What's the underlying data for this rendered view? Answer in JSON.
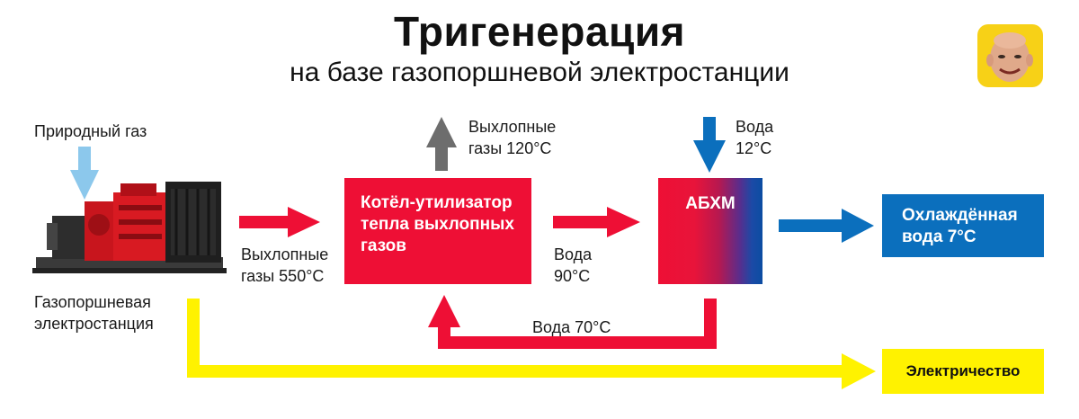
{
  "header": {
    "title": "Тригенерация",
    "subtitle": "на базе газопоршневой электростанции"
  },
  "labels": {
    "natural_gas": "Природный газ",
    "generator_line1": "Газопоршневая",
    "generator_line2": "электростанция",
    "exhaust550_line1": "Выхлопные",
    "exhaust550_line2": "газы 550°С",
    "exhaust120_line1": "Выхлопные",
    "exhaust120_line2": "газы 120°С",
    "water12_line1": "Вода",
    "water12_line2": "12°С",
    "water90_line1": "Вода",
    "water90_line2": "90°С",
    "water70": "Вода 70°С"
  },
  "boxes": {
    "boiler_line1": "Котёл-утилизатор",
    "boiler_line2": "тепла выхлопных",
    "boiler_line3": "газов",
    "abhm": "АБХМ",
    "cooled_line1": "Охлаждённая",
    "cooled_line2": "вода 7°С",
    "electricity": "Электричество"
  },
  "colors": {
    "red": "#ee0f35",
    "blue": "#0b6fbd",
    "light_blue": "#8cc8ec",
    "gray": "#6d6d6d",
    "yellow": "#fff200"
  },
  "icons": {
    "generator": "generator-icon",
    "avatar": "avatar-icon"
  }
}
